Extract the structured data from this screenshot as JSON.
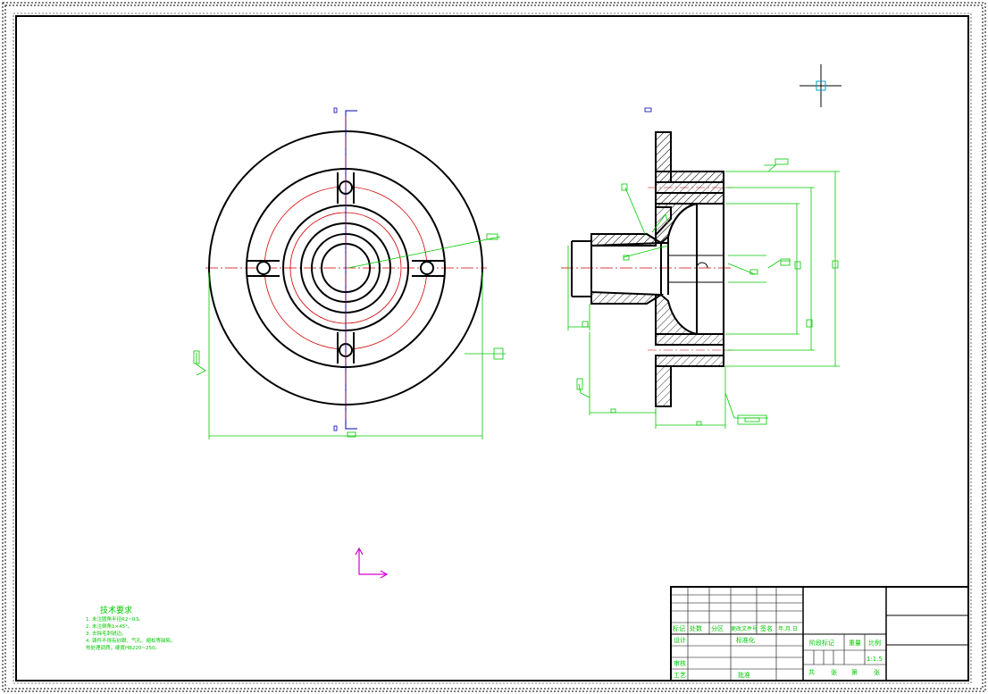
{
  "drawing": {
    "scale": "1:1.5"
  },
  "tech_notes": {
    "title": "技术要求",
    "lines": [
      "1. 未注圆角半径R2~R3。",
      "2. 未注倒角1×45°。",
      "3. 去除毛刺锐边。",
      "4. 铸件不得有砂眼、气孔、缩松等缺陷，",
      "   热处理调质，硬度HB220~250。"
    ]
  },
  "title_block": {
    "revision_headers": [
      "标记",
      "处数",
      "分区",
      "更改文件号",
      "签名",
      "年.月.日"
    ],
    "design_label": "设计",
    "standardize_label": "标准化",
    "stage_label": "阶段标记",
    "weight_label": "重量",
    "scale_label": "比例",
    "review_label": "审核",
    "process_label": "工艺",
    "approve_label": "批准",
    "sheet_total": "共",
    "sheet_label": "张",
    "sheet_no": "第",
    "sheet_unit": "张"
  },
  "colors": {
    "outline": "#000000",
    "dimension": "#00c800",
    "centerline": "#d00000",
    "section_line": "#0000b0",
    "ucs": "#d000d0",
    "crosshair": "#000000"
  }
}
